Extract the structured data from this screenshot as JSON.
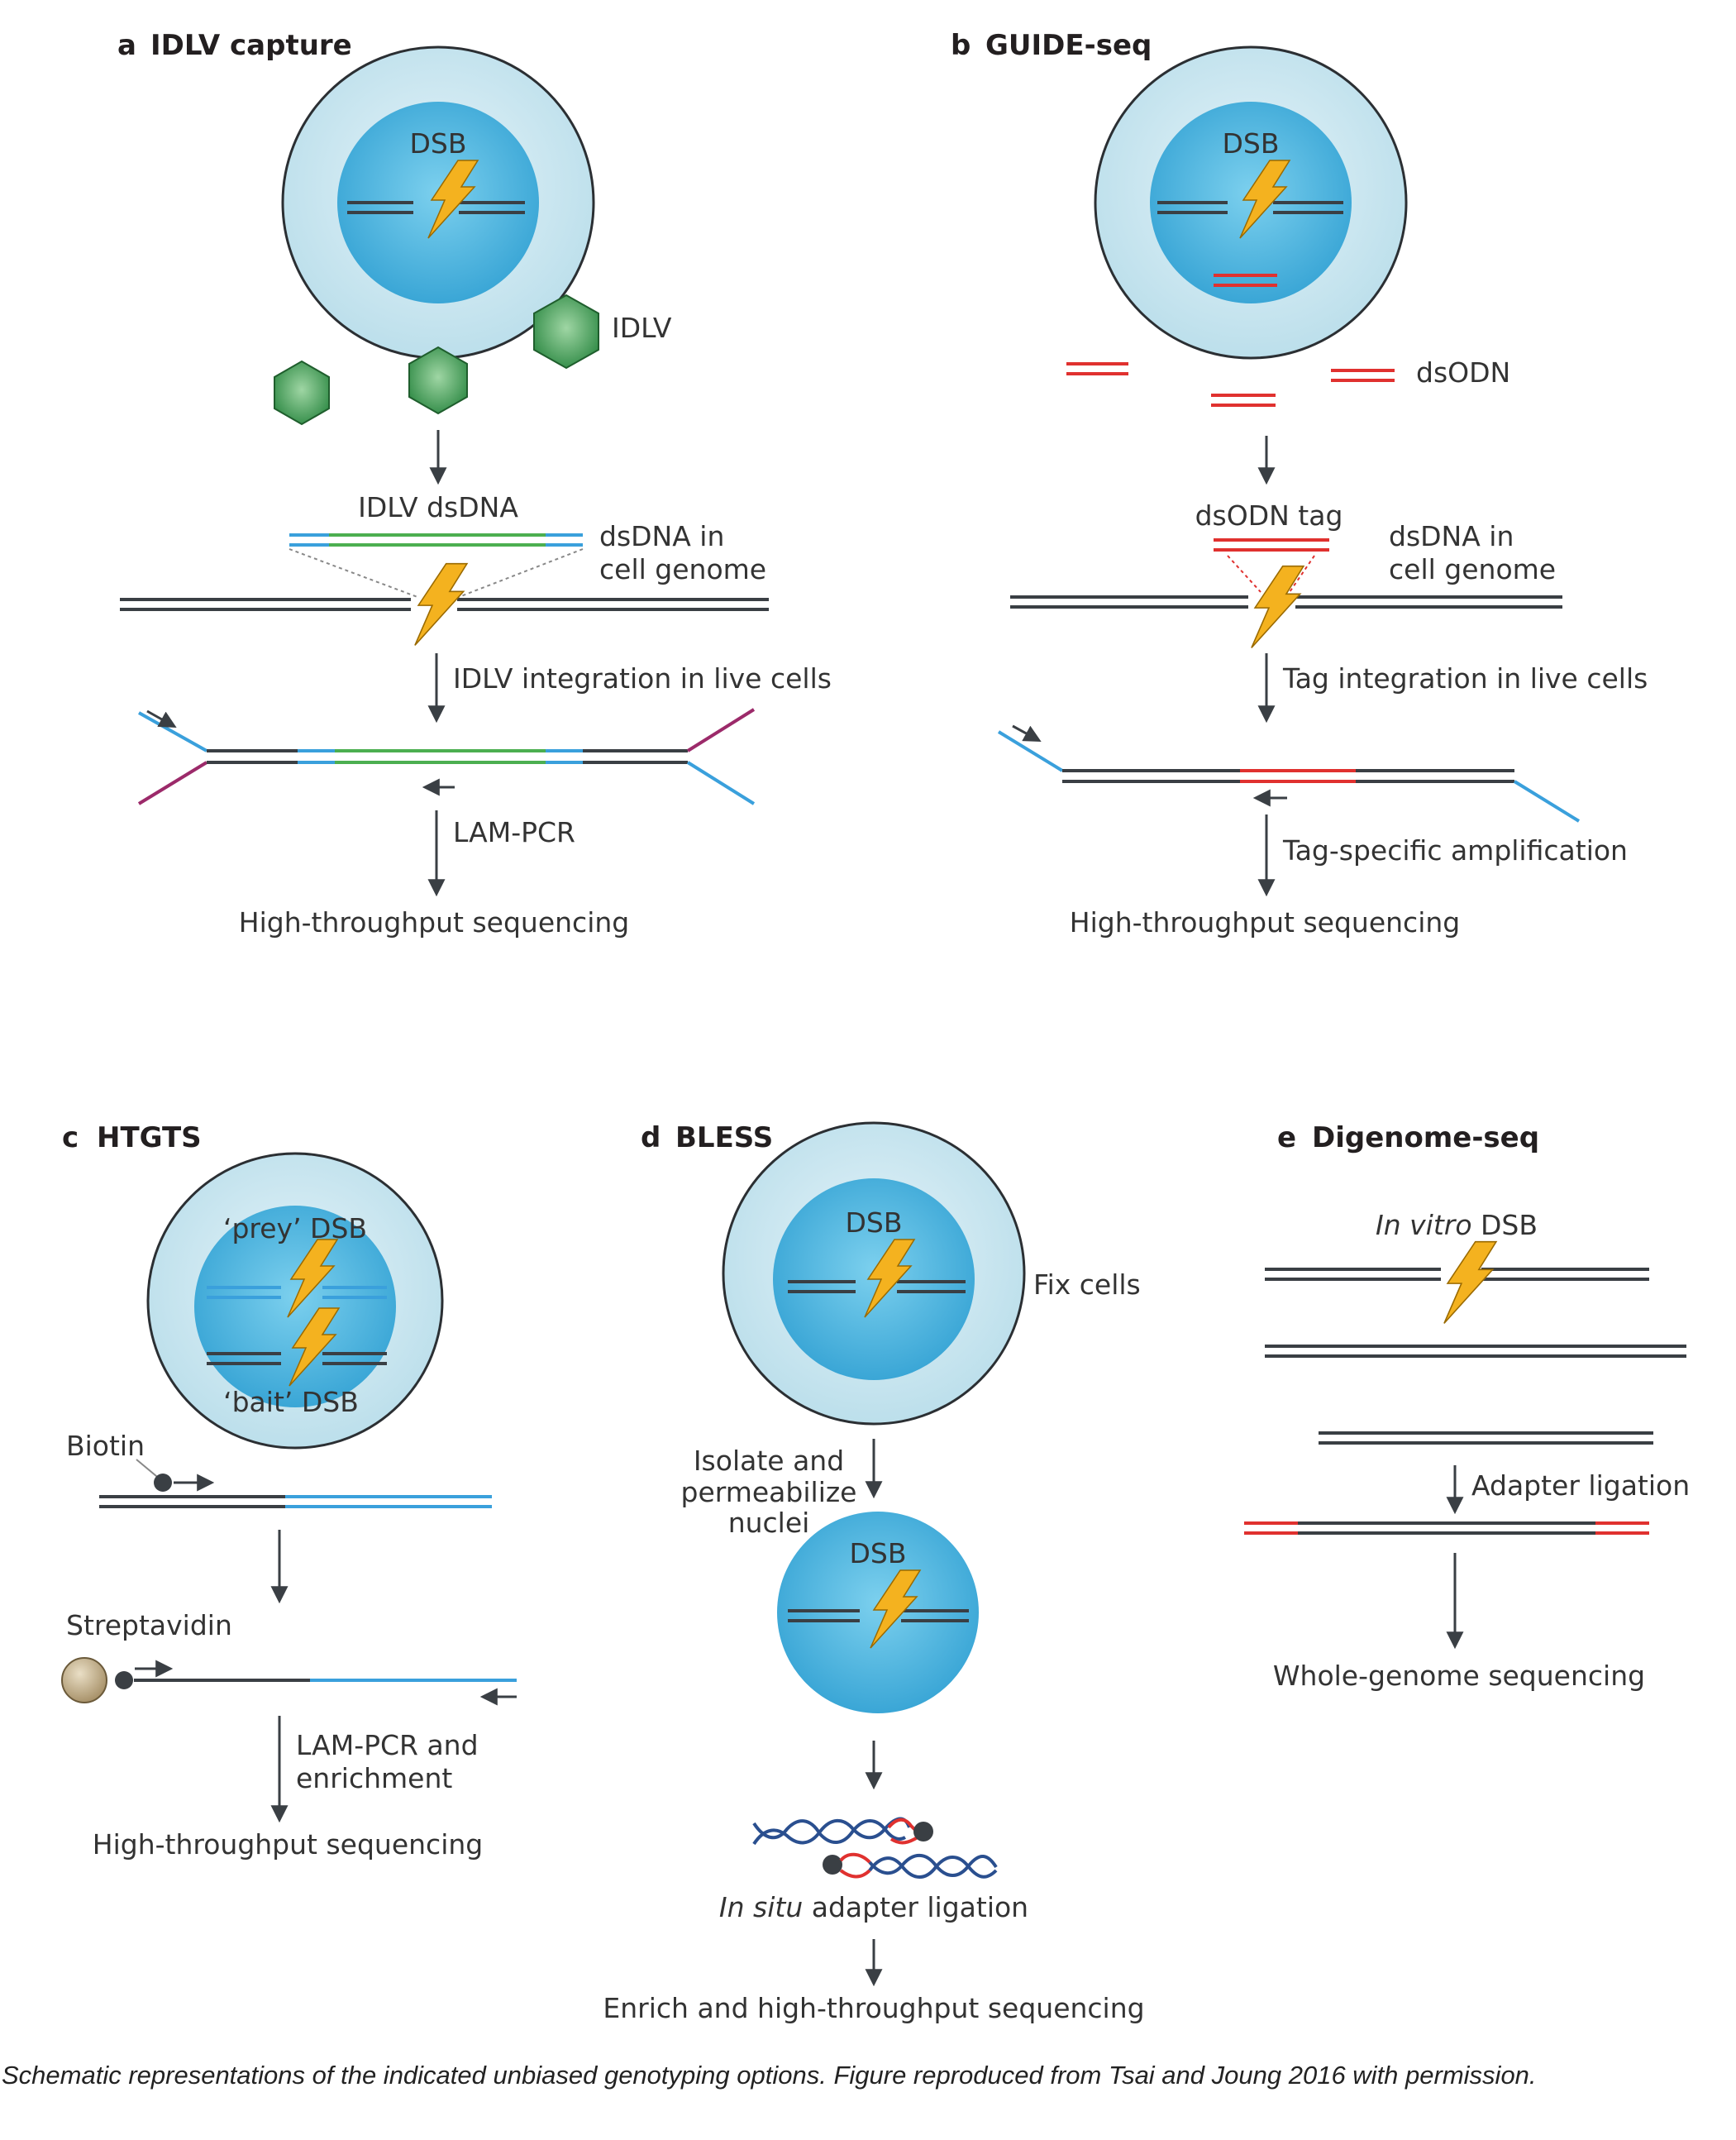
{
  "panels": {
    "a": {
      "letter": "a",
      "title": "IDLV capture",
      "dsb": "DSB",
      "idlv": "IDLV",
      "idlv_dsdna": "IDLV dsDNA",
      "dsdna_in": "dsDNA in",
      "cell_genome": "cell genome",
      "step1": "IDLV integration in live cells",
      "step2": "LAM-PCR",
      "final": "High-throughput sequencing"
    },
    "b": {
      "letter": "b",
      "title": "GUIDE-seq",
      "dsb": "DSB",
      "dsodn": "dsODN",
      "dsodn_tag": "dsODN tag",
      "dsdna_in": "dsDNA in",
      "cell_genome": "cell genome",
      "step1": "Tag integration in live cells",
      "step2": "Tag-specific amplification",
      "final": "High-throughput sequencing"
    },
    "c": {
      "letter": "c",
      "title": "HTGTS",
      "prey": "‘prey’ DSB",
      "bait": "‘bait’ DSB",
      "biotin": "Biotin",
      "streptavidin": "Streptavidin",
      "step1": "LAM-PCR and",
      "step1b": "enrichment",
      "final": "High-throughput sequencing"
    },
    "d": {
      "letter": "d",
      "title": "BLESS",
      "dsb": "DSB",
      "dsb2": "DSB",
      "fix": "Fix cells",
      "isolate1": "Isolate and",
      "isolate2": "permeabilize",
      "isolate3": "nuclei",
      "insitu_italic": "In situ",
      "insitu_rest": " adapter ligation",
      "final": "Enrich and high-throughput sequencing"
    },
    "e": {
      "letter": "e",
      "title": "Digenome-seq",
      "invitro_italic": "In vitro",
      "invitro_rest": " DSB",
      "step1": "Adapter ligation",
      "final": "Whole-genome sequencing"
    }
  },
  "caption": "Schematic representations of the indicated unbiased genotyping options. Figure reproduced from Tsai and Joung 2016 with permission.",
  "colors": {
    "dna_dark": "#3a3f44",
    "dna_blue": "#3aa0dc",
    "dna_green": "#4caf50",
    "dna_red": "#e0312f",
    "dna_purple": "#9c2a6a",
    "cell_outer": "#cde8f2",
    "nucleus": "#5bbde0",
    "bolt": "#f4b21f",
    "idlv_hexagon": "#3f9a52",
    "streptavidin_bead": "#c8b48a"
  }
}
